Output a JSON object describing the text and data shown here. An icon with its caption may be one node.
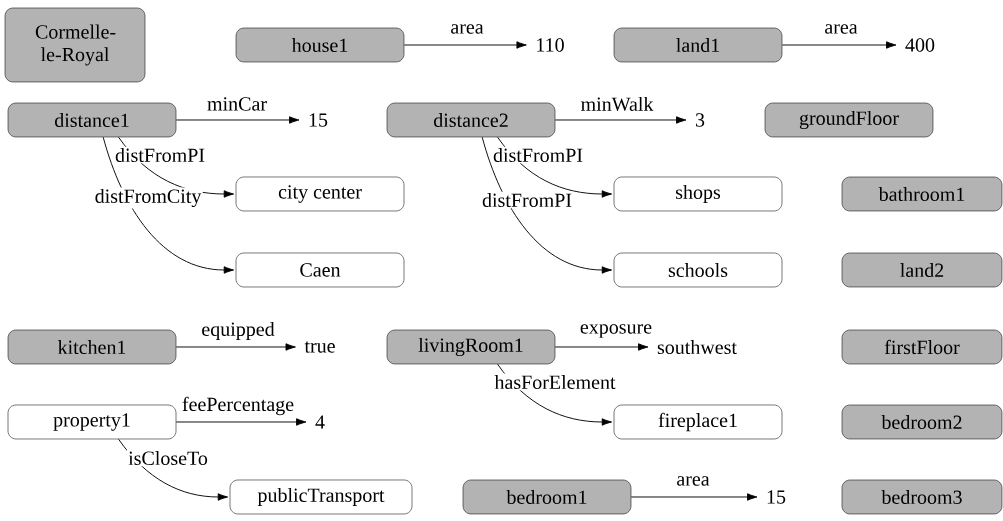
{
  "diagram": {
    "nodes": [
      {
        "text": [
          "Cormelle-le-Royal"
        ]
      },
      {
        "text": [
          "house1"
        ]
      },
      {
        "text": [
          "110"
        ]
      },
      {
        "text": [
          "land1"
        ]
      },
      {
        "text": [
          "400"
        ]
      },
      {
        "text": [
          "distance1"
        ]
      },
      {
        "text": [
          "15"
        ]
      },
      {
        "text": [
          "distance2"
        ]
      },
      {
        "text": [
          "3"
        ]
      },
      {
        "text": [
          "groundFloor"
        ]
      },
      {
        "text": [
          "city center"
        ]
      },
      {
        "text": [
          "shops"
        ]
      },
      {
        "text": [
          "bathroom1"
        ]
      },
      {
        "text": [
          "Caen"
        ]
      },
      {
        "text": [
          "schools"
        ]
      },
      {
        "text": [
          "land2"
        ]
      },
      {
        "text": [
          "kitchen1"
        ]
      },
      {
        "text": [
          "true"
        ]
      },
      {
        "text": [
          "livingRoom1"
        ]
      },
      {
        "text": [
          "southwest"
        ]
      },
      {
        "text": [
          "firstFloor"
        ]
      },
      {
        "text": [
          "property1"
        ]
      },
      {
        "text": [
          "4"
        ]
      },
      {
        "text": [
          "fireplace1"
        ]
      },
      {
        "text": [
          "bedroom2"
        ]
      },
      {
        "text": [
          "publicTransport"
        ]
      },
      {
        "text": [
          "bedroom1"
        ]
      },
      {
        "text": [
          "15"
        ]
      },
      {
        "text": [
          "bedroom3"
        ]
      }
    ],
    "edges": [
      {
        "from": 1,
        "to": 2,
        "arrow": "to",
        "label": "area"
      },
      {
        "from": 3,
        "to": 4,
        "arrow": "to",
        "label": "area"
      },
      {
        "from": 5,
        "to": 6,
        "arrow": "to",
        "label": "minCar"
      },
      {
        "from": 5,
        "to": 10,
        "arrow": "to",
        "label": "distFromPI"
      },
      {
        "from": 5,
        "to": 13,
        "arrow": "to",
        "label": "distFromCity"
      },
      {
        "from": 7,
        "to": 8,
        "arrow": "to",
        "label": "minWalk"
      },
      {
        "from": 7,
        "to": 11,
        "arrow": "to",
        "label": "distFromPI"
      },
      {
        "from": 7,
        "to": 14,
        "arrow": "to",
        "label": "distFromPI"
      },
      {
        "from": 16,
        "to": 17,
        "arrow": "to",
        "label": "equipped"
      },
      {
        "from": 18,
        "to": 19,
        "arrow": "to",
        "label": "exposure"
      },
      {
        "from": 18,
        "to": 23,
        "arrow": "to",
        "label": "hasForElement"
      },
      {
        "from": 21,
        "to": 22,
        "arrow": "to",
        "label": "feePercentage"
      },
      {
        "from": 21,
        "to": 25,
        "arrow": "to",
        "label": "isCloseTo"
      },
      {
        "from": 26,
        "to": 27,
        "arrow": "to",
        "label": "area"
      }
    ]
  }
}
